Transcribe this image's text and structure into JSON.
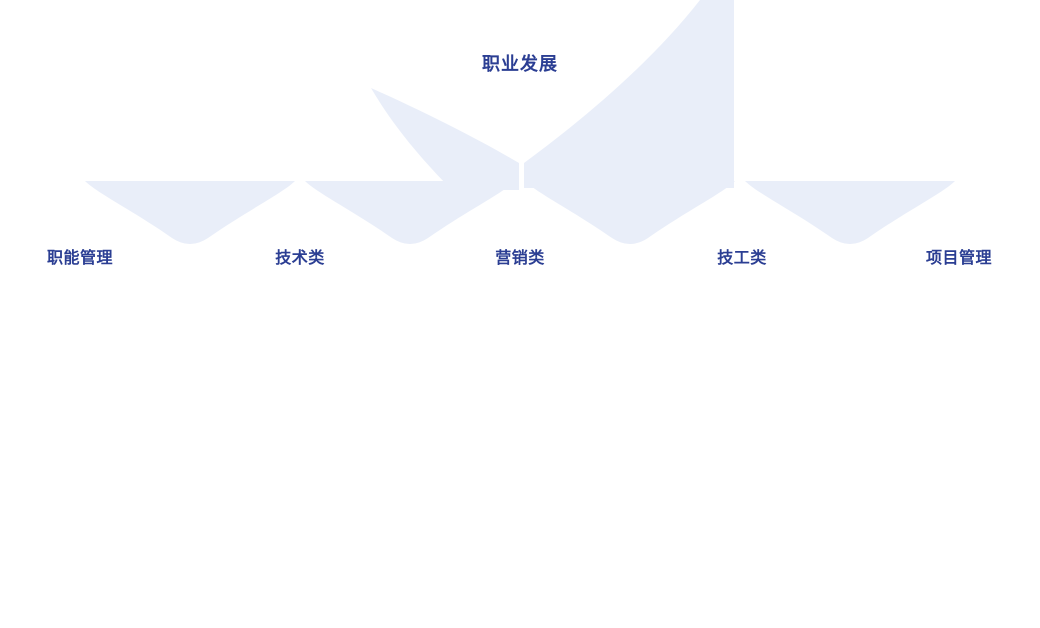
{
  "colors": {
    "node_text": "#2b3e93",
    "ribbon_fill": "#e9eef9"
  },
  "root": {
    "label": "职业发展"
  },
  "branches": [
    {
      "label": "职能管理"
    },
    {
      "label": "技术类"
    },
    {
      "label": "营销类"
    },
    {
      "label": "技工类"
    },
    {
      "label": "项目管理"
    }
  ]
}
